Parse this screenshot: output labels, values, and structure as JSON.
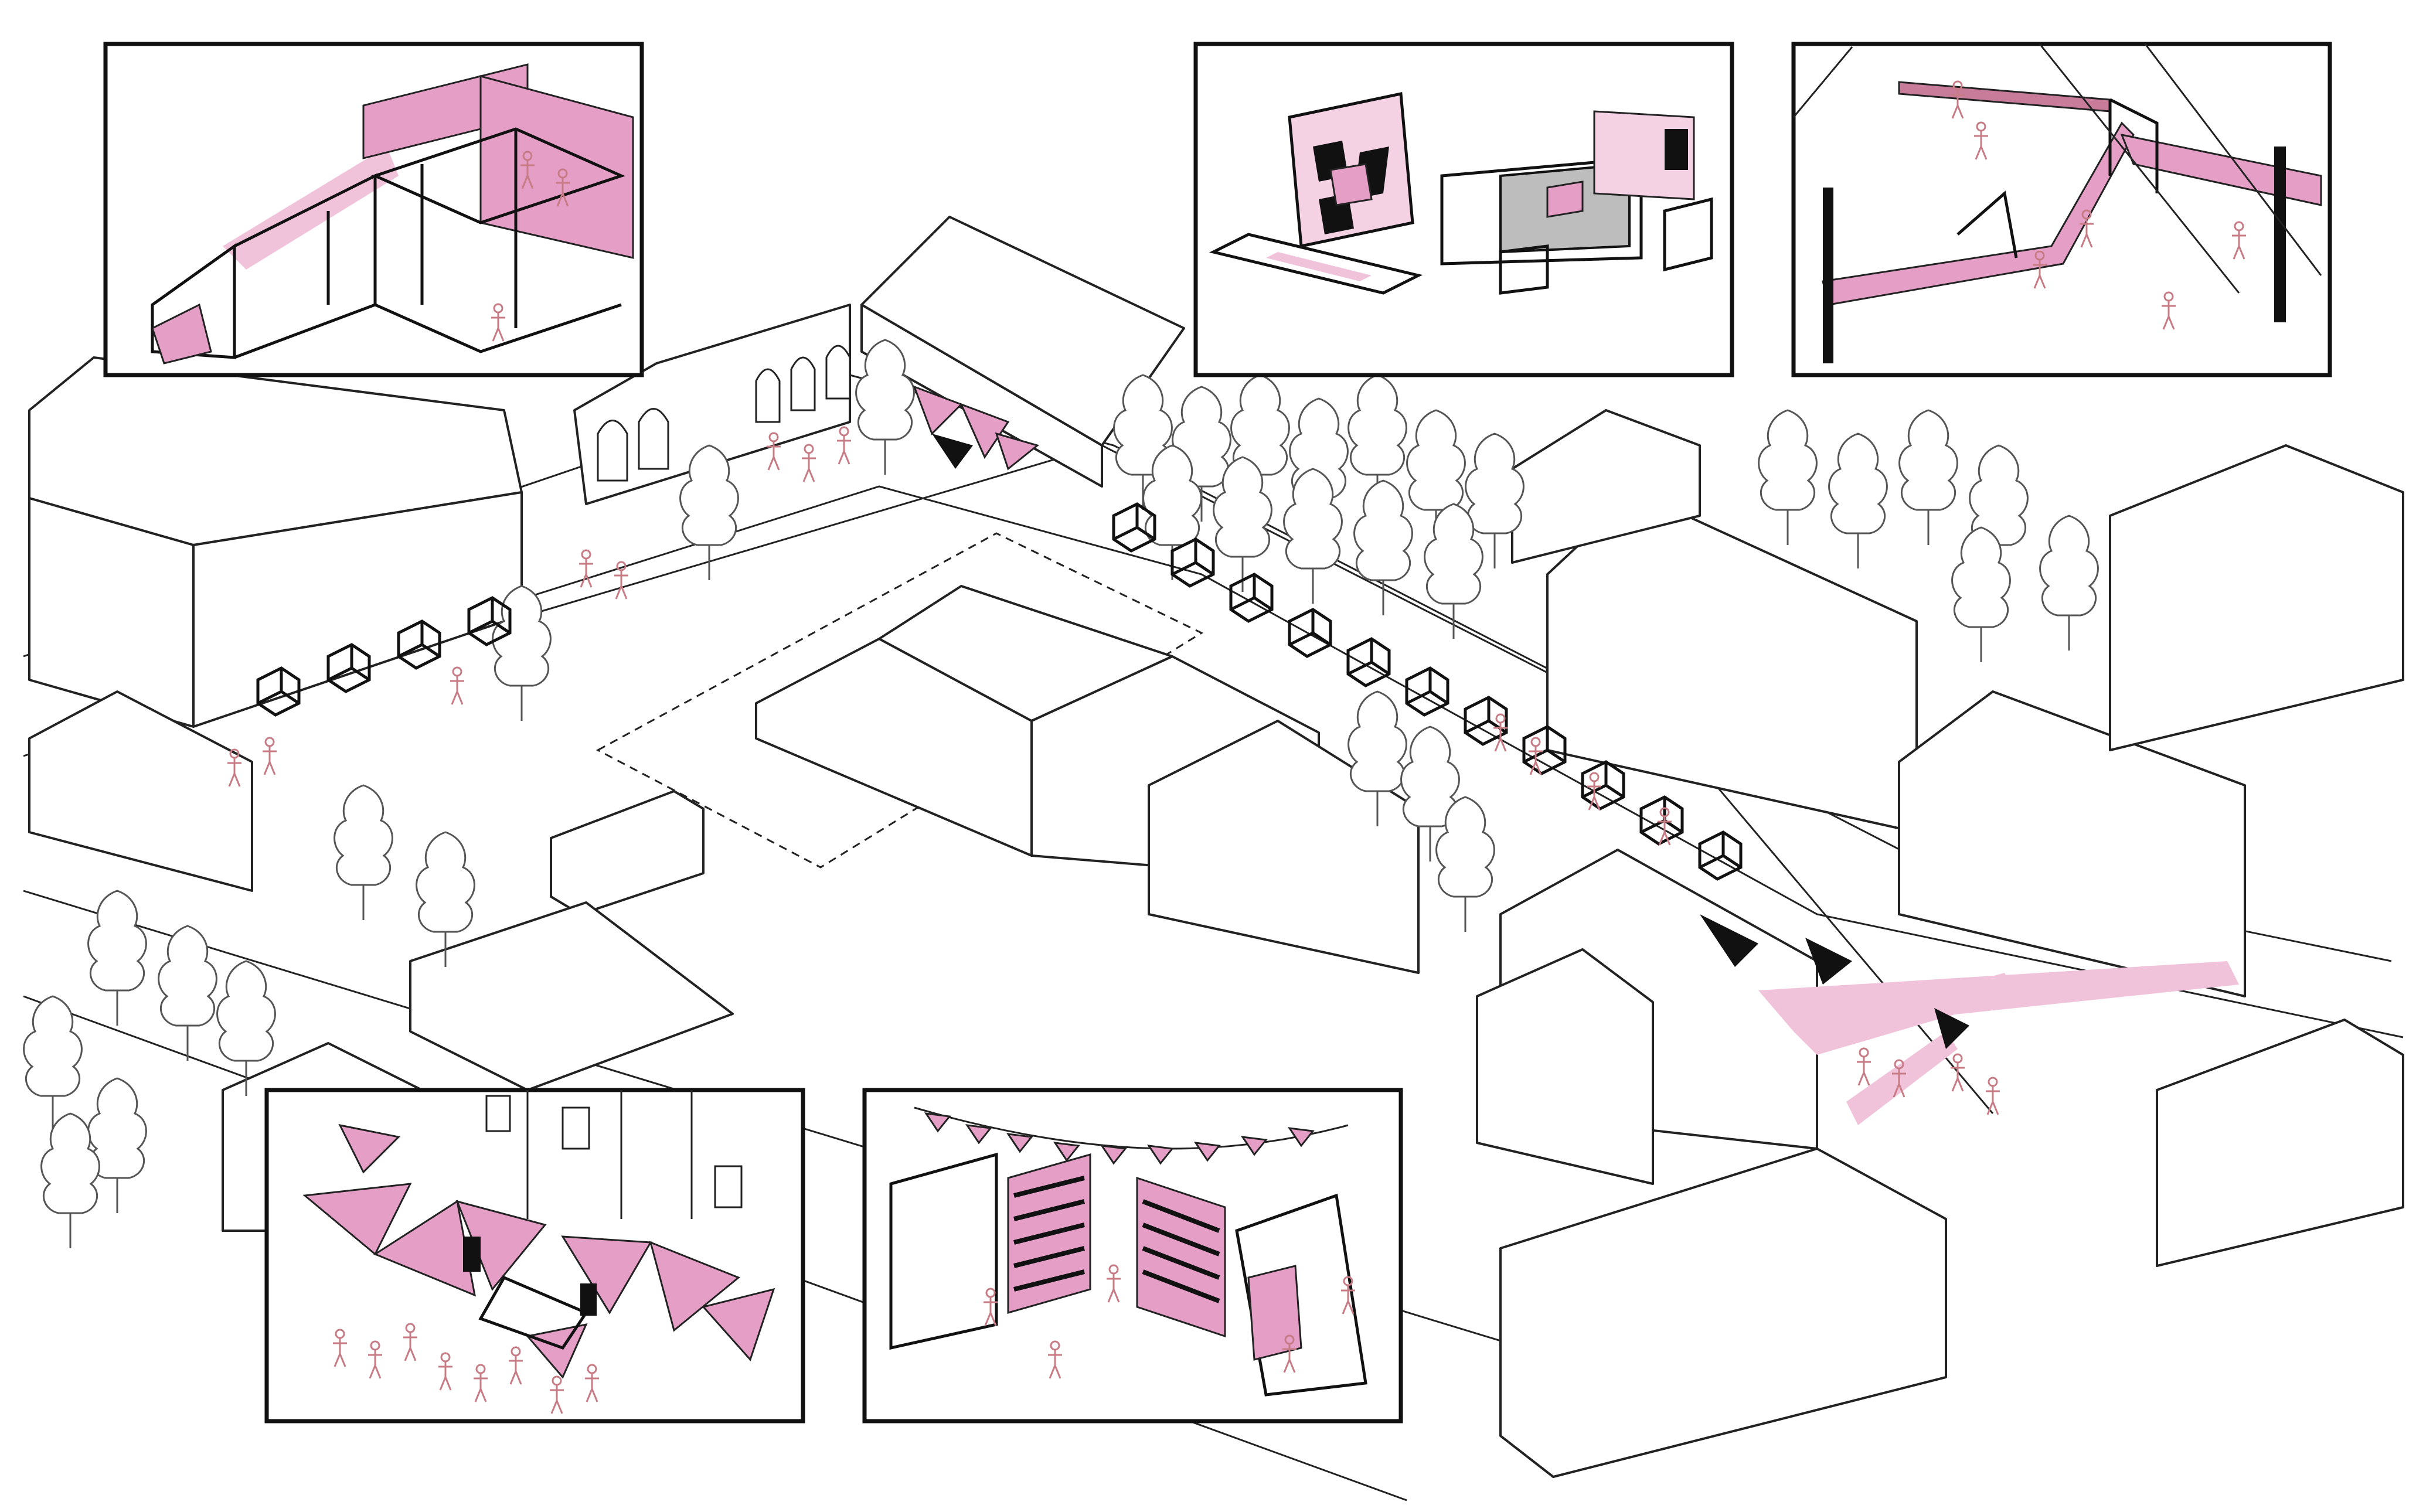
{
  "colors": {
    "accent_pink": "#e59fc6",
    "soft_pink": "#f1c3db",
    "figure_pink": "#c77b85",
    "line_black": "#111111",
    "background": "#ffffff"
  },
  "insets": [
    {
      "id": "scaffold-stage",
      "icon": "scaffold-structure"
    },
    {
      "id": "pallet-furniture",
      "icon": "furniture-frames"
    },
    {
      "id": "ribbon-gateway",
      "icon": "ribbon-arch"
    },
    {
      "id": "triangle-canopy",
      "icon": "triangle-canopy"
    },
    {
      "id": "market-stalls",
      "icon": "market-stalls"
    }
  ]
}
